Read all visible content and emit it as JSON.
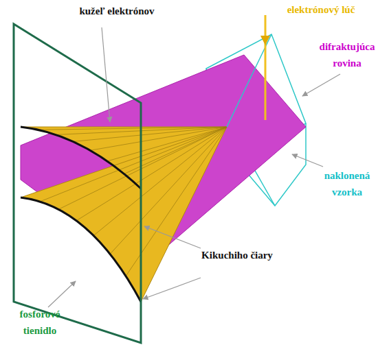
{
  "diagram": {
    "labels": [
      "kužeľ elektrónov",
      "elektrónový lúč",
      "difraktujúca rovina",
      "naklonená vzorka",
      "Kikuchiho čiary",
      "fosforové tienidlo"
    ]
  }
}
